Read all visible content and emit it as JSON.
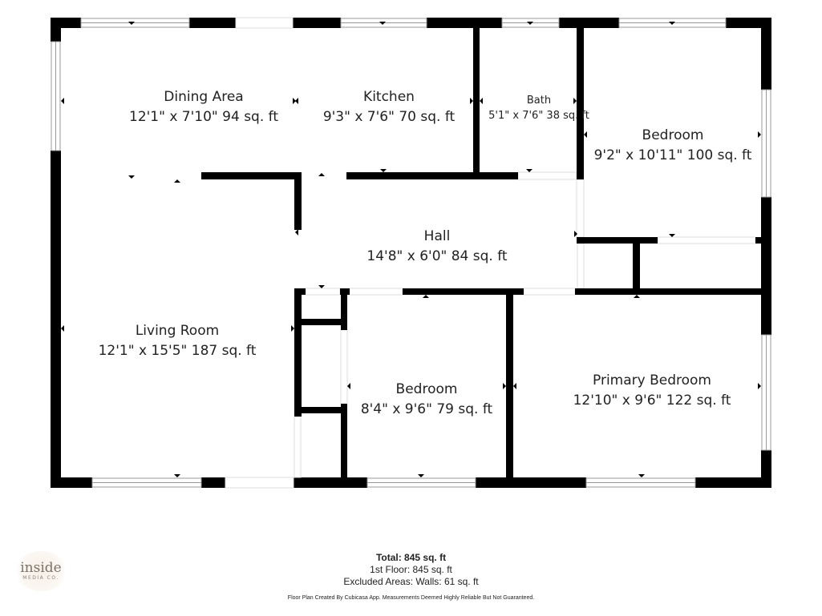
{
  "rooms": {
    "dining": {
      "name": "Dining Area",
      "dims": "12'1\" x 7'10\" 94 sq. ft"
    },
    "kitchen": {
      "name": "Kitchen",
      "dims": "9'3\" x 7'6\" 70 sq. ft"
    },
    "bath": {
      "name": "Bath",
      "dims": "5'1\" x 7'6\" 38 sq. ft"
    },
    "bedroom_ne": {
      "name": "Bedroom",
      "dims": "9'2\" x 10'11\" 100 sq. ft"
    },
    "hall": {
      "name": "Hall",
      "dims": "14'8\" x 6'0\" 84 sq. ft"
    },
    "living": {
      "name": "Living Room",
      "dims": "12'1\" x 15'5\" 187 sq. ft"
    },
    "bedroom_s": {
      "name": "Bedroom",
      "dims": "8'4\" x 9'6\" 79 sq. ft"
    },
    "primary": {
      "name": "Primary Bedroom",
      "dims": "12'10\" x 9'6\" 122 sq. ft"
    }
  },
  "summary": {
    "total": "Total: 845 sq. ft",
    "floor": "1st Floor: 845 sq. ft",
    "excluded": "Excluded Areas: Walls: 61 sq. ft",
    "disclaimer": "Floor Plan Created By Cubicasa App. Measurements Deemed Highly Reliable But Not Guaranteed."
  },
  "logo": {
    "line1": "inside",
    "line2": "MEDIA CO."
  },
  "colors": {
    "wall": "#000000",
    "window": "#c8c8c8",
    "text": "#222222"
  }
}
